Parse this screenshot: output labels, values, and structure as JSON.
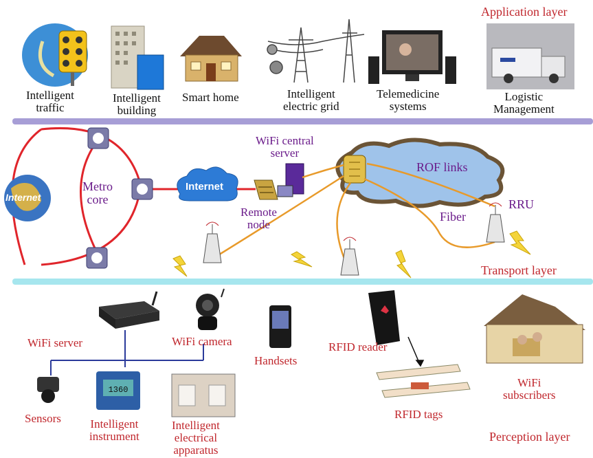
{
  "layers": {
    "application": "Application layer",
    "transport": "Transport layer",
    "perception": "Perception layer"
  },
  "application_items": {
    "traffic": [
      "Intelligent",
      "traffic"
    ],
    "building": [
      "Intelligent",
      "building"
    ],
    "smart_home": "Smart home",
    "grid": [
      "Intelligent",
      "electric grid"
    ],
    "telemedicine": [
      "Telemedicine",
      "systems"
    ],
    "logistic": [
      "Logistic",
      "Management"
    ]
  },
  "transport_items": {
    "internet_globe": "Internet",
    "metro_core": [
      "Metro",
      "core"
    ],
    "internet_cloud": "Internet",
    "wifi_central": [
      "WiFi central",
      "server"
    ],
    "remote_node": [
      "Remote",
      "node"
    ],
    "rof_links": "ROF links",
    "fiber": "Fiber",
    "rru": "RRU"
  },
  "perception_items": {
    "wifi_server": "WiFi server",
    "wifi_camera": "WiFi camera",
    "handsets": "Handsets",
    "rfid_reader": "RFID reader",
    "rfid_tags": "RFID tags",
    "wifi_subscribers": [
      "WiFi",
      "subscribers"
    ],
    "sensors": "Sensors",
    "instrument": [
      "Intelligent",
      "instrument"
    ],
    "apparatus": [
      "Intelligent",
      "electrical",
      "apparatus"
    ],
    "instrument_display": "1360"
  },
  "colors": {
    "application_bar": "#a79ed6",
    "transport_bar": "#a6e6ee",
    "ring": "#e0252b",
    "fiber": "#e89a2a",
    "label_red": "#c0272d",
    "label_purple": "#6a1b8a",
    "tree_line": "#2a3a9a"
  },
  "icons": [
    "traffic-light-icon",
    "building-icon",
    "house-icon",
    "power-pylon-icon",
    "monitor-icon",
    "truck-icon",
    "globe-icon",
    "router-icon",
    "cloud-icon",
    "server-icon",
    "antenna-icon",
    "lightning-icon",
    "camera-icon",
    "phone-icon",
    "rfid-reader-icon",
    "rfid-tag-icon",
    "sensor-icon",
    "instrument-icon",
    "apparatus-icon",
    "house-icon"
  ]
}
